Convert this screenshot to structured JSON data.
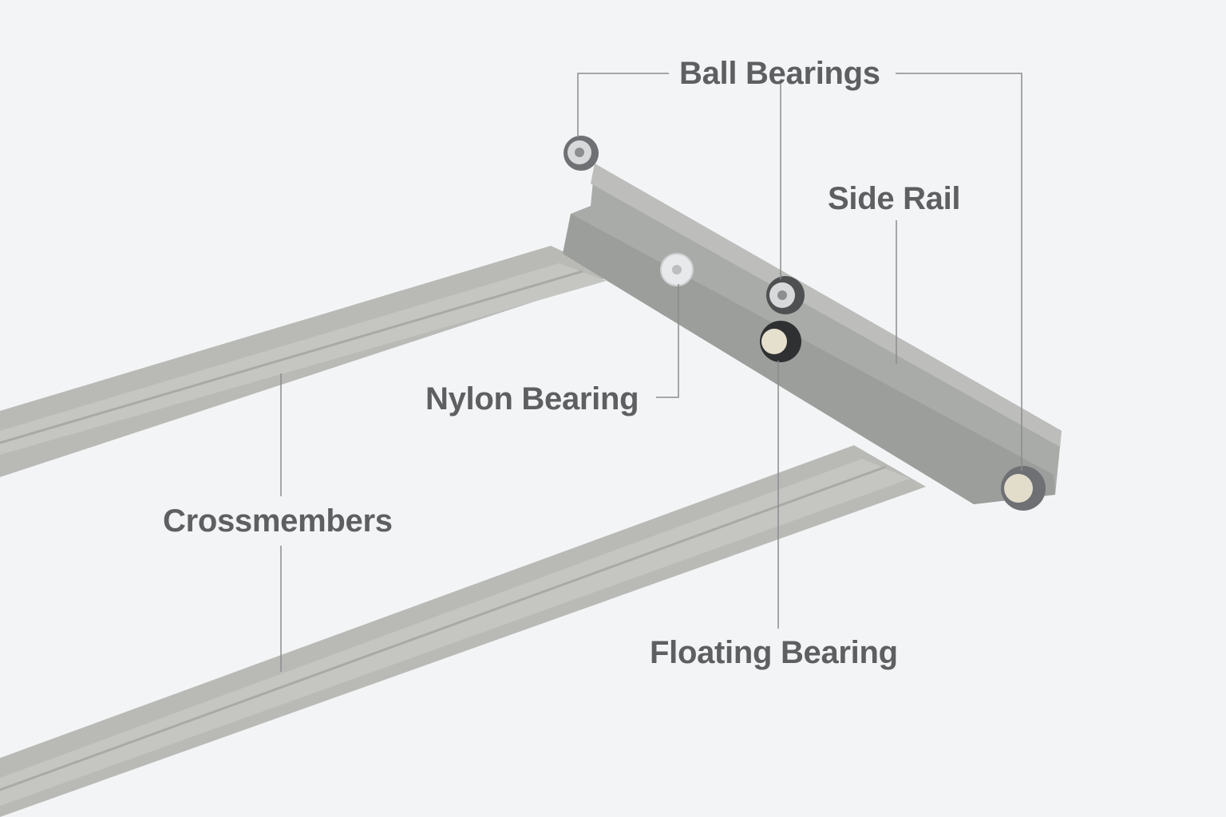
{
  "labels": {
    "ball_bearings": "Ball Bearings",
    "side_rail": "Side Rail",
    "nylon_bearing": "Nylon Bearing",
    "crossmembers": "Crossmembers",
    "floating_bearing": "Floating Bearing"
  },
  "colors": {
    "background": "#f3f4f6",
    "label_text": "#5e5f61",
    "leader_line": "#8a8b8d",
    "metal": "#b9bab6"
  }
}
